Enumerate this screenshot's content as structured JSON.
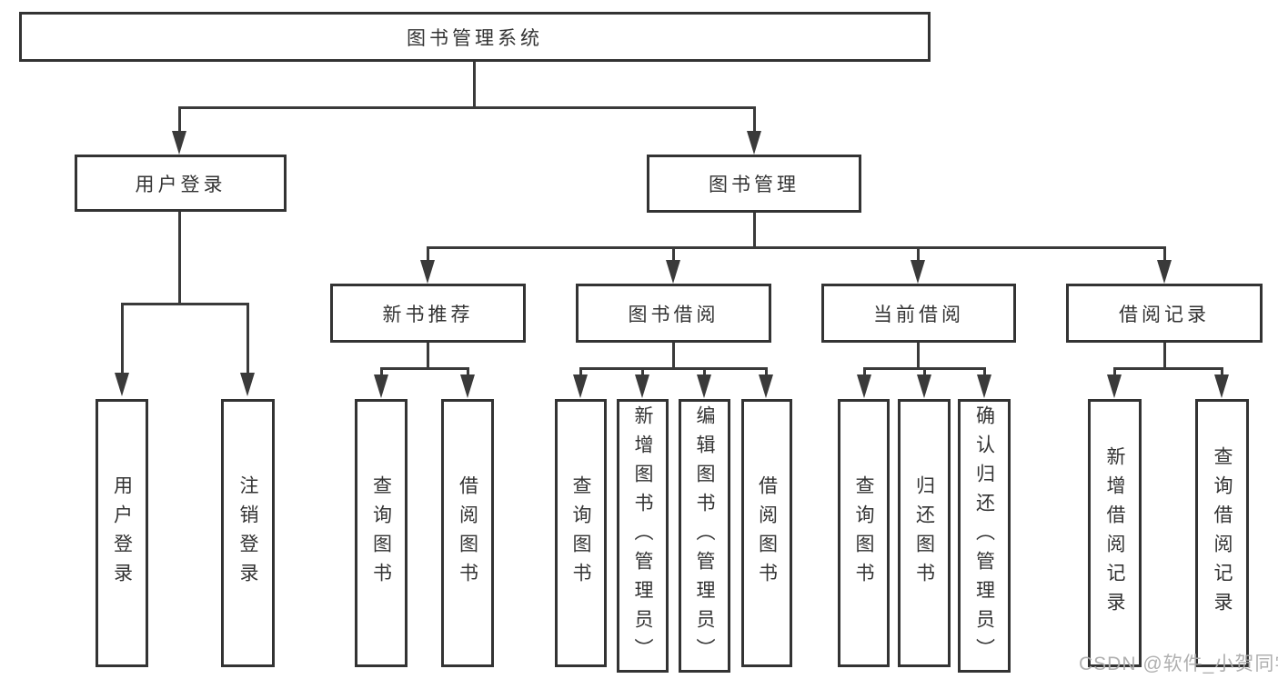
{
  "diagram": {
    "title": "图书管理系统",
    "nodes": {
      "root": {
        "label": "图书管理系统"
      },
      "user_login": {
        "label": "用户登录"
      },
      "book_management": {
        "label": "图书管理"
      },
      "new_book_recommend": {
        "label": "新书推荐"
      },
      "book_borrowing": {
        "label": "图书借阅"
      },
      "current_borrowing": {
        "label": "当前借阅"
      },
      "borrowing_records": {
        "label": "借阅记录"
      },
      "login": {
        "label": "用户登录"
      },
      "logout": {
        "label": "注销登录"
      },
      "recommend_query_books": {
        "label": "查询图书"
      },
      "recommend_borrow_books": {
        "label": "借阅图书"
      },
      "borrow_query_books": {
        "label": "查询图书"
      },
      "borrow_add_books": {
        "label": "新增图书（管理员）"
      },
      "borrow_edit_books": {
        "label": "编辑图书（管理员）"
      },
      "borrow_borrow_books": {
        "label": "借阅图书"
      },
      "current_query_books": {
        "label": "查询图书"
      },
      "current_return_books": {
        "label": "归还图书"
      },
      "current_confirm_return": {
        "label": "确认归还（管理员）"
      },
      "records_add_record": {
        "label": "新增借阅记录"
      },
      "records_query_record": {
        "label": "查询借阅记录"
      }
    },
    "hierarchy": {
      "图书管理系统": {
        "用户登录": [
          "用户登录",
          "注销登录"
        ],
        "图书管理": {
          "新书推荐": [
            "查询图书",
            "借阅图书"
          ],
          "图书借阅": [
            "查询图书",
            "新增图书（管理员）",
            "编辑图书（管理员）",
            "借阅图书"
          ],
          "当前借阅": [
            "查询图书",
            "归还图书",
            "确认归还（管理员）"
          ],
          "借阅记录": [
            "新增借阅记录",
            "查询借阅记录"
          ]
        }
      }
    }
  },
  "watermark": {
    "text": "CSDN @软件_小贺同学",
    "color": "#acacac"
  },
  "colors": {
    "background": "#ffffff",
    "box_border": "#333333",
    "line": "#3a3a3a",
    "text": "#333333"
  }
}
